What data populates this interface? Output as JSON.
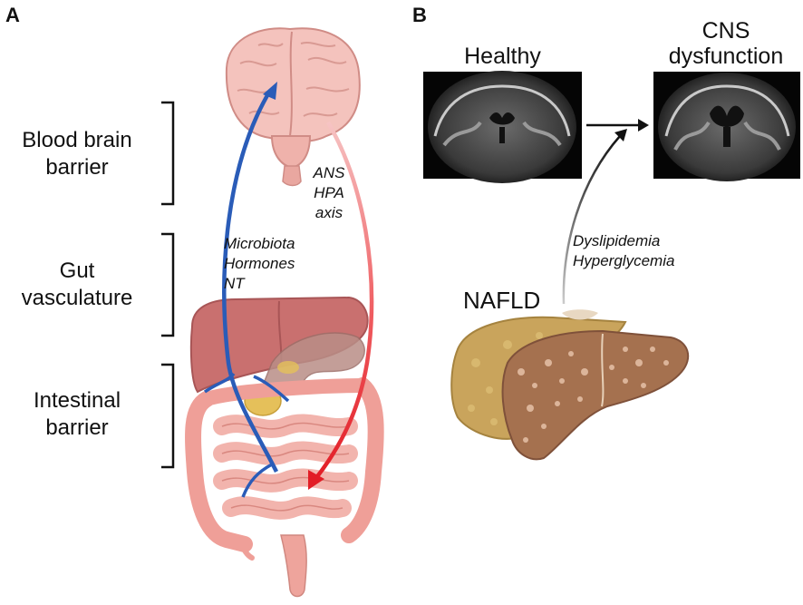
{
  "panels": {
    "a": "A",
    "b": "B"
  },
  "left_labels": {
    "bbb_line1": "Blood brain",
    "bbb_line2": "barrier",
    "gut_line1": "Gut",
    "gut_line2": "vasculature",
    "int_line1": "Intestinal",
    "int_line2": "barrier"
  },
  "up_pathway": {
    "line1": "Microbiota",
    "line2": "Hormones",
    "line3": "NT"
  },
  "down_pathway": {
    "line1": "ANS",
    "line2": "HPA",
    "line3": "axis"
  },
  "mri": {
    "healthy": "Healthy",
    "cns_line1": "CNS",
    "cns_line2": "dysfunction"
  },
  "nafld": {
    "label": "NAFLD",
    "line1": "Dyslipidemia",
    "line2": "Hyperglycemia"
  },
  "colors": {
    "blue_arrow": "#2a5cb8",
    "red_arrow": "#e8333a",
    "organ_pink": "#f2b9b0",
    "liver_healthy": "#c9a45c",
    "liver_fatty": "#a5714f"
  }
}
